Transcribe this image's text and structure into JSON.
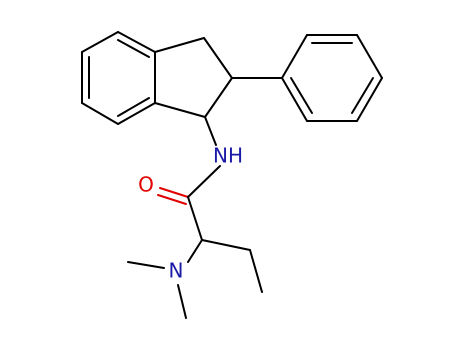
{
  "atoms": {
    "amide_n": "NH",
    "carbonyl_o": "O",
    "amine_n": "N"
  },
  "colors": {
    "bond": "#000000",
    "nitrogen": "#1a1aa6",
    "oxygen": "#e00000",
    "background": "#ffffff"
  }
}
